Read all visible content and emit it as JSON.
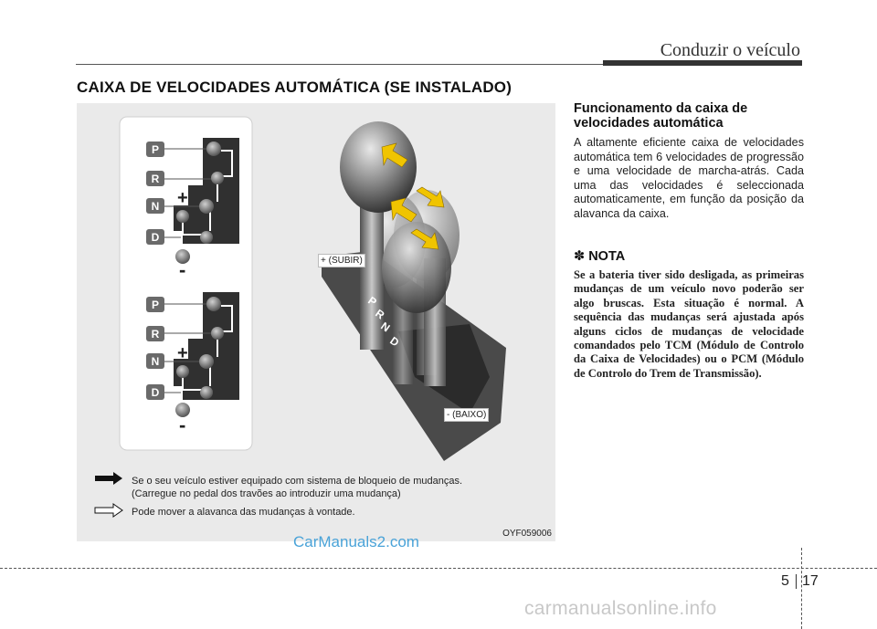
{
  "header": {
    "title": "Conduzir o veículo"
  },
  "section": {
    "title": "CAIXA DE VELOCIDADES AUTOMÁTICA (SE INSTALADO)"
  },
  "figure": {
    "gates": [
      {
        "P": "P",
        "R": "R",
        "N": "N",
        "D": "D",
        "plus": "+",
        "minus": "-"
      },
      {
        "P": "P",
        "R": "R",
        "N": "N",
        "D": "D",
        "plus": "+",
        "minus": "-"
      }
    ],
    "lever_labels": {
      "up": "+ (SUBIR)",
      "down": "- (BAIXO)"
    },
    "captions": {
      "lock_line1": "Se o seu veículo estiver equipado com sistema de bloqueio de mudanças.",
      "lock_line2": "(Carregue no pedal dos travões ao introduzir uma mudança)",
      "free_line": "Pode mover a alavanca das mudanças à vontade."
    },
    "code": "OYF059006",
    "colors": {
      "gate_bg": "#303030",
      "badge": "#6a6a6a",
      "arrow": "#f0c400",
      "panel": "#eaeaea"
    }
  },
  "content": {
    "heading": "Funcionamento da caixa de velocidades automática",
    "paragraph": "A altamente eficiente caixa de velocidades automática tem 6 velocidades de progressão e uma velocidade de marcha-atrás. Cada uma das velocidades é seleccionada automaticamente, em função da posição da alavanca da caixa.",
    "note_icon": "✽",
    "note_title": "NOTA",
    "note_text": "Se a bateria tiver sido desligada, as primeiras mudanças de um veículo novo poderão ser algo bruscas. Esta situação é normal. A sequência das mudanças será ajustada após alguns ciclos de mudanças de velocidade comandados pelo TCM (Módulo de Controlo da Caixa de Velocidades) ou o PCM (Módulo de Controlo do Trem de Transmissão)."
  },
  "footer": {
    "chapter": "5",
    "page": "17",
    "watermark": "CarManuals2.com",
    "site": "carmanualsonline.info"
  }
}
